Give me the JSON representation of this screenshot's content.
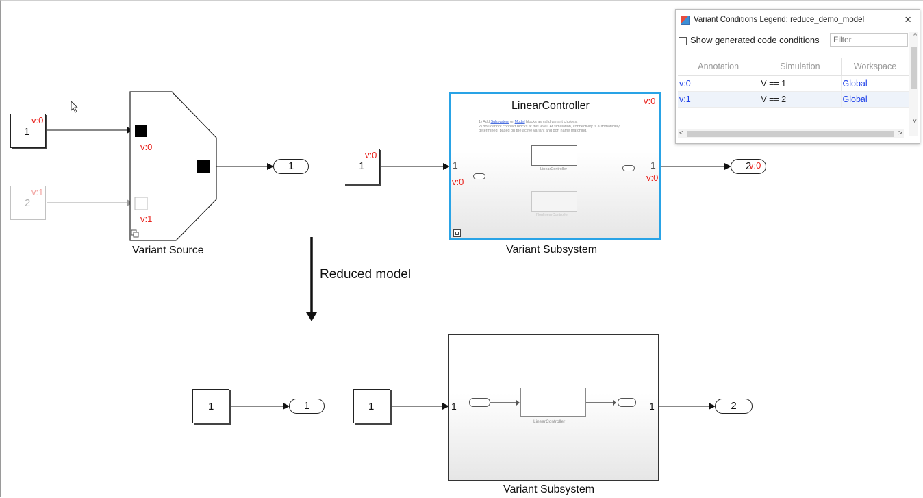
{
  "legend": {
    "title": "Variant Conditions Legend: reduce_demo_model",
    "close_glyph": "×",
    "checkbox_label": "Show generated code conditions",
    "filter_placeholder": "Filter",
    "columns": [
      "Annotation",
      "Simulation",
      "Workspace"
    ],
    "rows": [
      {
        "annotation": "v:0",
        "simulation": "V == 1",
        "workspace": "Global"
      },
      {
        "annotation": "v:1",
        "simulation": "V == 2",
        "workspace": "Global"
      }
    ],
    "scroll_up": "^",
    "scroll_down": "˅",
    "scroll_left": "<",
    "scroll_right": ">"
  },
  "top_model": {
    "const1": {
      "value": "1",
      "tag": "v:0"
    },
    "const2": {
      "value": "2",
      "tag": "v:1"
    },
    "variant_source": {
      "label": "Variant Source",
      "tag_in1": "v:0",
      "tag_in2": "v:1"
    },
    "outport1": {
      "value": "1"
    },
    "const3": {
      "value": "1",
      "tag": "v:0"
    },
    "subsystem": {
      "title": "LinearController",
      "tag_corner": "v:0",
      "tag_in": "v:0",
      "tag_out": "v:0",
      "in_port_num": "1",
      "out_port_num": "1",
      "label": "Variant Subsystem",
      "note_line1_a": "1) Add ",
      "note_link1": "Subsystem",
      "note_line1_b": " or ",
      "note_link2": "Model",
      "note_line1_c": " blocks as valid variant choices.",
      "note_line2": "2) You cannot connect blocks at this level. At simulation, connectivity is automatically",
      "note_line3": "determined, based on the active variant and port name matching.",
      "choice_active": "LinearController",
      "choice_inactive": "NonlinearController"
    },
    "outport2": {
      "value": "2",
      "tag": "v:0"
    }
  },
  "arrow_label": "Reduced model",
  "reduced_model": {
    "const1": {
      "value": "1"
    },
    "outport1": {
      "value": "1"
    },
    "const2": {
      "value": "1"
    },
    "subsystem": {
      "in_port_num": "1",
      "out_port_num": "1",
      "inner_block": "LinearController",
      "label": "Variant Subsystem"
    },
    "outport2": {
      "value": "2"
    }
  }
}
